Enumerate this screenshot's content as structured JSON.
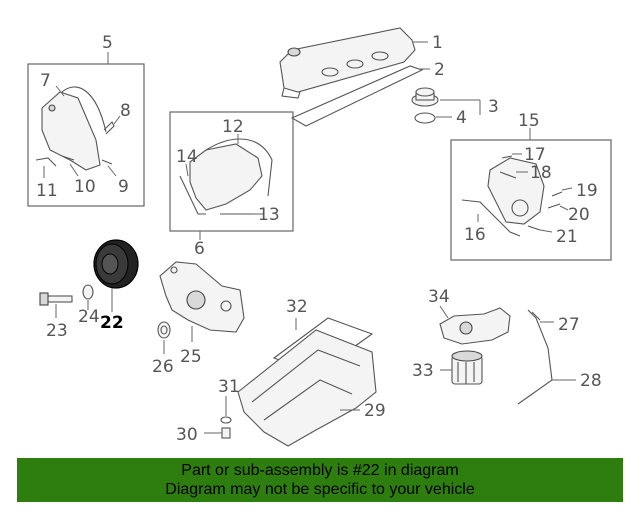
{
  "callouts": {
    "c1": "1",
    "c2": "2",
    "c3": "3",
    "c4": "4",
    "c5": "5",
    "c6": "6",
    "c7": "7",
    "c8": "8",
    "c9": "9",
    "c10": "10",
    "c11": "11",
    "c12": "12",
    "c13": "13",
    "c14": "14",
    "c15": "15",
    "c16": "16",
    "c17": "17",
    "c18": "18",
    "c19": "19",
    "c20": "20",
    "c21": "21",
    "c22": "22",
    "c23": "23",
    "c24": "24",
    "c25": "25",
    "c26": "26",
    "c27": "27",
    "c28": "28",
    "c29": "29",
    "c30": "30",
    "c31": "31",
    "c32": "32",
    "c33": "33",
    "c34": "34"
  },
  "highlighted_part": "22",
  "footer": {
    "line1": "Part or sub-assembly is #22 in diagram",
    "line2": "Diagram may not be specific to your vehicle",
    "background_color": "#2e7d0f"
  }
}
